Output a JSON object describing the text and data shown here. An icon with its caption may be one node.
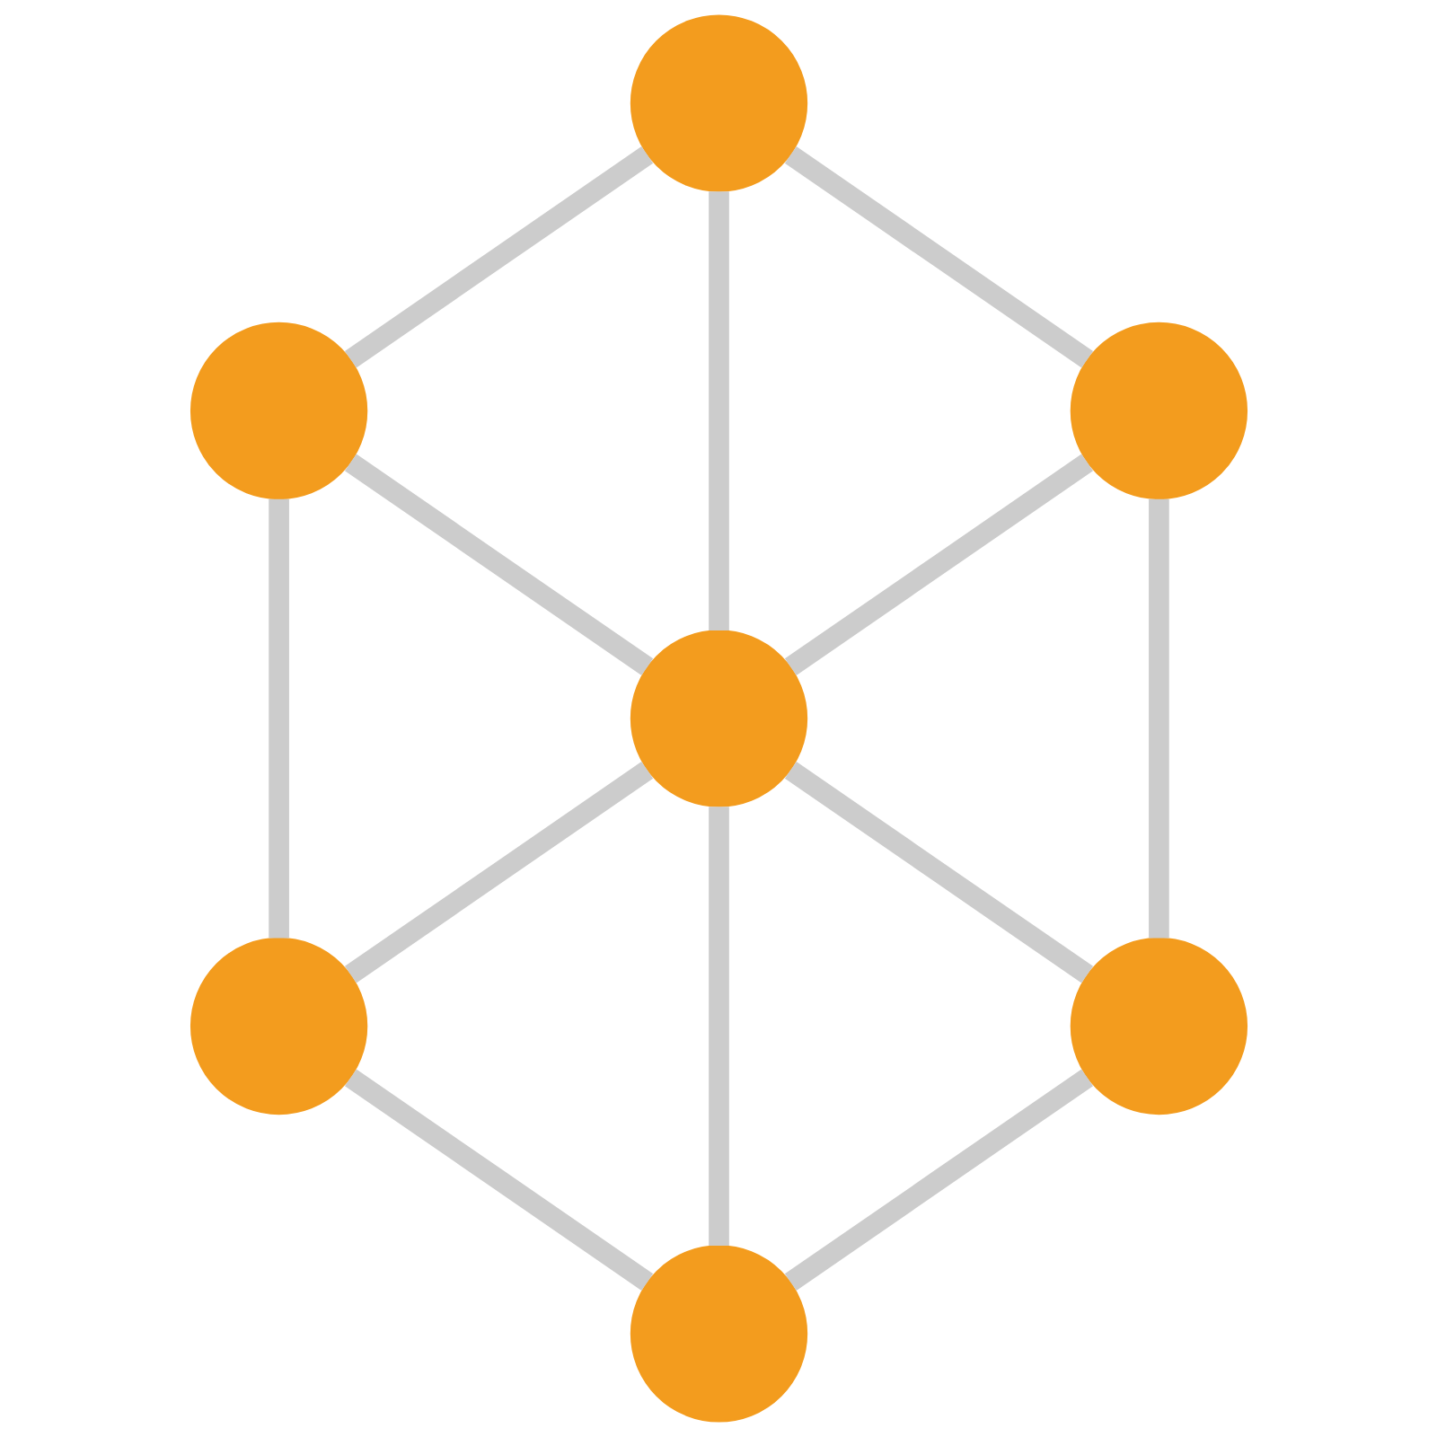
{
  "diagram": {
    "nodes": [
      {
        "text": [],
        "shape": "circle"
      },
      {
        "text": [],
        "shape": "circle"
      },
      {
        "text": [],
        "shape": "circle"
      },
      {
        "text": [],
        "shape": "circle"
      },
      {
        "text": [],
        "shape": "circle"
      },
      {
        "text": [],
        "shape": "circle"
      },
      {
        "text": [],
        "shape": "circle"
      }
    ],
    "edges": [
      {
        "from": 0,
        "to": 1,
        "arrow": "none"
      },
      {
        "from": 0,
        "to": 2,
        "arrow": "none"
      },
      {
        "from": 0,
        "to": 3,
        "arrow": "none"
      },
      {
        "from": 1,
        "to": 3,
        "arrow": "none"
      },
      {
        "from": 2,
        "to": 3,
        "arrow": "none"
      },
      {
        "from": 1,
        "to": 4,
        "arrow": "none"
      },
      {
        "from": 2,
        "to": 5,
        "arrow": "none"
      },
      {
        "from": 3,
        "to": 4,
        "arrow": "none"
      },
      {
        "from": 3,
        "to": 5,
        "arrow": "none"
      },
      {
        "from": 3,
        "to": 6,
        "arrow": "none"
      },
      {
        "from": 4,
        "to": 6,
        "arrow": "none"
      },
      {
        "from": 5,
        "to": 6,
        "arrow": "none"
      }
    ]
  }
}
